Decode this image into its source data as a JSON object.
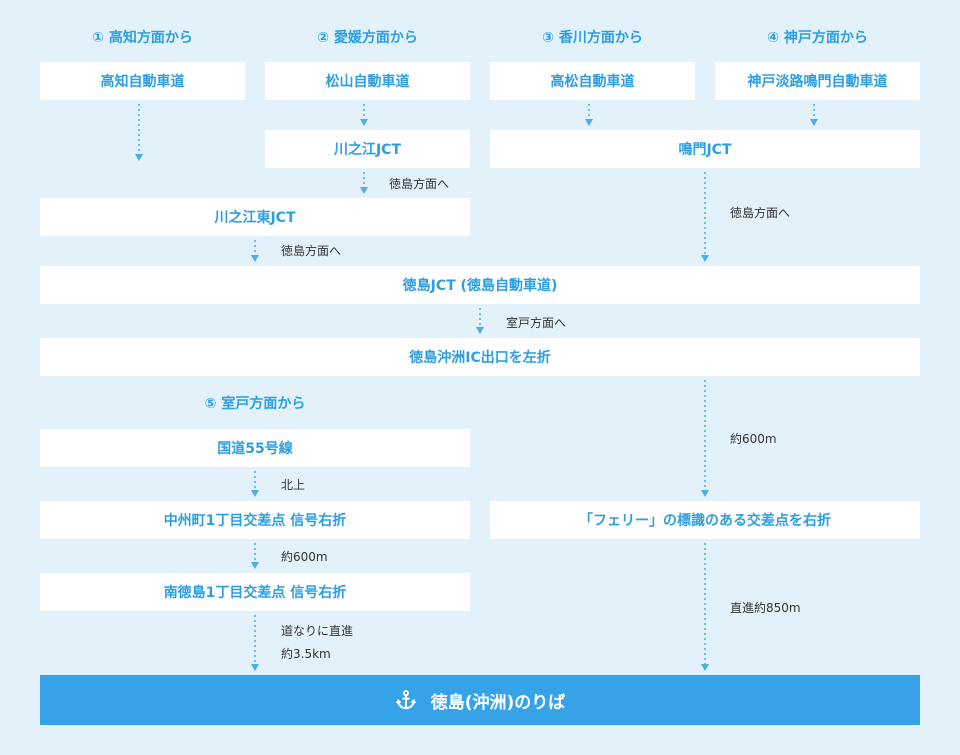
{
  "headings": {
    "kochi": "① 高知方面から",
    "ehime": "② 愛媛方面から",
    "kagawa": "③ 香川方面から",
    "kobe": "④ 神戸方面から",
    "muroto": "⑤ 室戸方面から"
  },
  "boxes": {
    "kochi_expressway": "高知自動車道",
    "matsuyama_expressway": "松山自動車道",
    "takamatsu_expressway": "高松自動車道",
    "kobe_awaji_naruto_expressway": "神戸淡路鳴門自動車道",
    "kawanoe_jct": "川之江JCT",
    "naruto_jct": "鳴門JCT",
    "kawanoe_higashi_jct": "川之江東JCT",
    "tokushima_jct": "徳島JCT (徳島自動車道)",
    "tokushima_okinosu_ic": "徳島沖洲IC出口を左折",
    "route55": "国道55号線",
    "nakasu_intersection": "中州町1丁目交差点 信号右折",
    "minami_tokushima_intersection": "南徳島1丁目交差点 信号右折",
    "ferry_sign_intersection": "「フェリー」の標識のある交差点を右折"
  },
  "notes": {
    "toward_tokushima_1": "徳島方面へ",
    "toward_tokushima_2": "徳島方面へ",
    "toward_tokushima_3": "徳島方面へ",
    "toward_muroto": "室戸方面へ",
    "approx_600m_right": "約600m",
    "north": "北上",
    "approx_600m_left": "約600m",
    "along_road": "道なりに直進",
    "approx_3_5km": "約3.5km",
    "straight_850m": "直進約850m"
  },
  "destination": {
    "label": "徳島(沖洲)のりば",
    "icon": "anchor-icon"
  },
  "colors": {
    "background": "#e3f1fa",
    "accent": "#2d9fe0",
    "destination_bg": "#36a3e9",
    "arrow": "#4aaee8"
  }
}
